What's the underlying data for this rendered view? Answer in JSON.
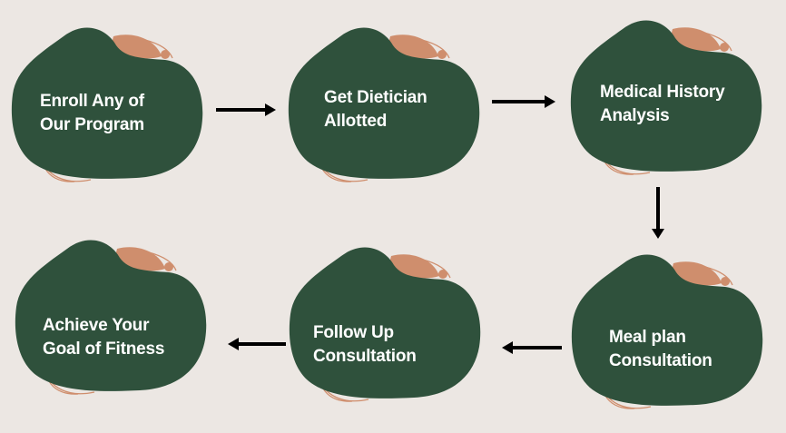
{
  "colors": {
    "background": "#ece7e3",
    "blob": "#2f513c",
    "accent": "#cf8e6d",
    "arrow": "#000000",
    "text": "#ffffff"
  },
  "steps": [
    {
      "line1": "Enroll Any of",
      "line2": "Our Program"
    },
    {
      "line1": "Get Dietician",
      "line2": "Allotted"
    },
    {
      "line1": "Medical History",
      "line2": "Analysis"
    },
    {
      "line1": "Meal plan",
      "line2": "Consultation"
    },
    {
      "line1": "Follow Up",
      "line2": "Consultation"
    },
    {
      "line1": "Achieve Your",
      "line2": "Goal of Fitness"
    }
  ],
  "flow": [
    {
      "from": 0,
      "to": 1,
      "direction": "right"
    },
    {
      "from": 1,
      "to": 2,
      "direction": "right"
    },
    {
      "from": 2,
      "to": 3,
      "direction": "down"
    },
    {
      "from": 3,
      "to": 4,
      "direction": "left"
    },
    {
      "from": 4,
      "to": 5,
      "direction": "left"
    }
  ]
}
